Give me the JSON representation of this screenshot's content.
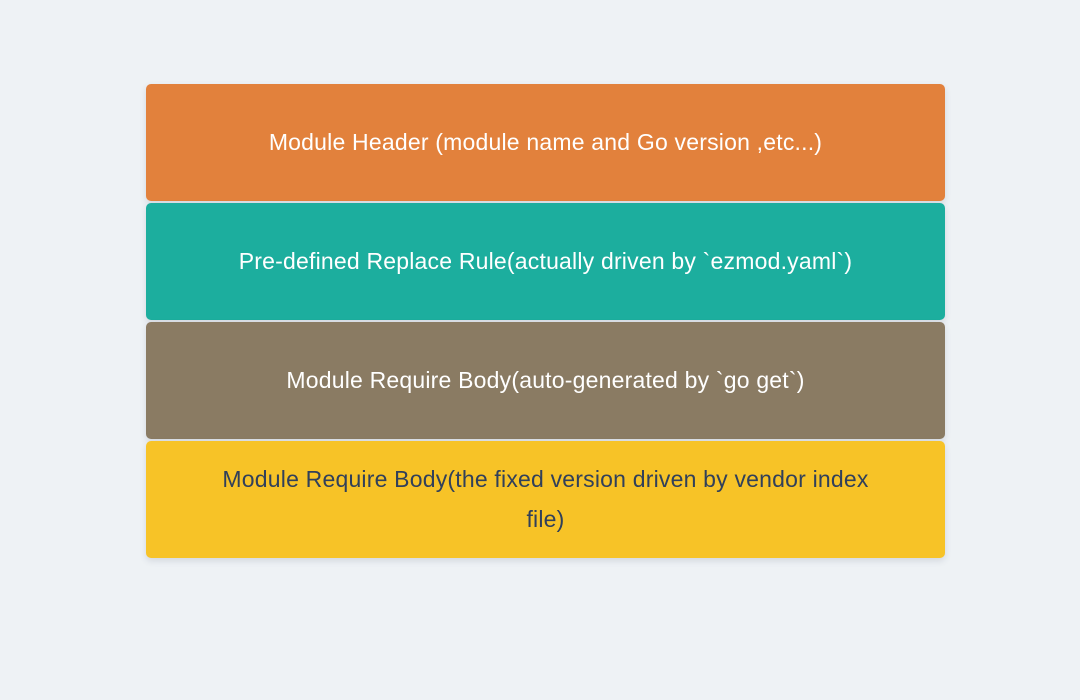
{
  "page": {
    "background_color": "#EEF2F5"
  },
  "diagram": {
    "description": "Stacked block diagram of a Go module file structure",
    "blocks": [
      {
        "label": "Module Header (module name and Go version ,etc...)",
        "color": "#E2813C",
        "text_color": "#FFFFFF"
      },
      {
        "label": "Pre-defined Replace Rule(actually driven by `ezmod.yaml`)",
        "color": "#1CAE9E",
        "text_color": "#FFFFFF"
      },
      {
        "label": "Module Require Body(auto-generated by `go get`)",
        "color": "#8A7B63",
        "text_color": "#FFFFFF"
      },
      {
        "label": "Module Require Body(the fixed version driven by vendor index file)",
        "color": "#F7C327",
        "text_color": "#31405A"
      }
    ]
  }
}
